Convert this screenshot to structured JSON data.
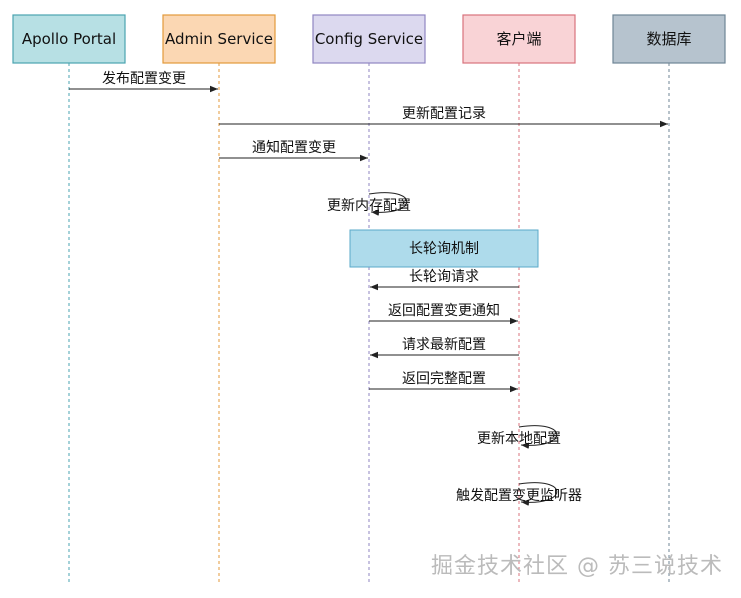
{
  "participants": [
    {
      "id": "portal",
      "label": "Apollo Portal",
      "fill": "#b7e0e4",
      "stroke": "#4aa3b0"
    },
    {
      "id": "admin",
      "label": "Admin Service",
      "fill": "#fbd7b3",
      "stroke": "#e39a3b"
    },
    {
      "id": "config",
      "label": "Config Service",
      "fill": "#dcd9ef",
      "stroke": "#8f86c2"
    },
    {
      "id": "client",
      "label": "客户端",
      "fill": "#f9d3d6",
      "stroke": "#d8737d"
    },
    {
      "id": "db",
      "label": "数据库",
      "fill": "#b6c3ce",
      "stroke": "#6f8596"
    }
  ],
  "messages": [
    {
      "from": "portal",
      "to": "admin",
      "label": "发布配置变更"
    },
    {
      "from": "admin",
      "to": "db",
      "label": "更新配置记录"
    },
    {
      "from": "admin",
      "to": "config",
      "label": "通知配置变更"
    },
    {
      "from": "config",
      "to": "config",
      "label": "更新内存配置"
    },
    {
      "from": "client",
      "to": "config",
      "label": "长轮询请求"
    },
    {
      "from": "config",
      "to": "client",
      "label": "返回配置变更通知"
    },
    {
      "from": "client",
      "to": "config",
      "label": "请求最新配置"
    },
    {
      "from": "config",
      "to": "client",
      "label": "返回完整配置"
    },
    {
      "from": "client",
      "to": "client",
      "label": "更新本地配置"
    },
    {
      "from": "client",
      "to": "client",
      "label": "触发配置变更监听器"
    }
  ],
  "note": {
    "label": "长轮询机制",
    "fill": "#aedbeb",
    "stroke": "#5aa9c9"
  },
  "watermark": "掘金技术社区 @ 苏三说技术"
}
